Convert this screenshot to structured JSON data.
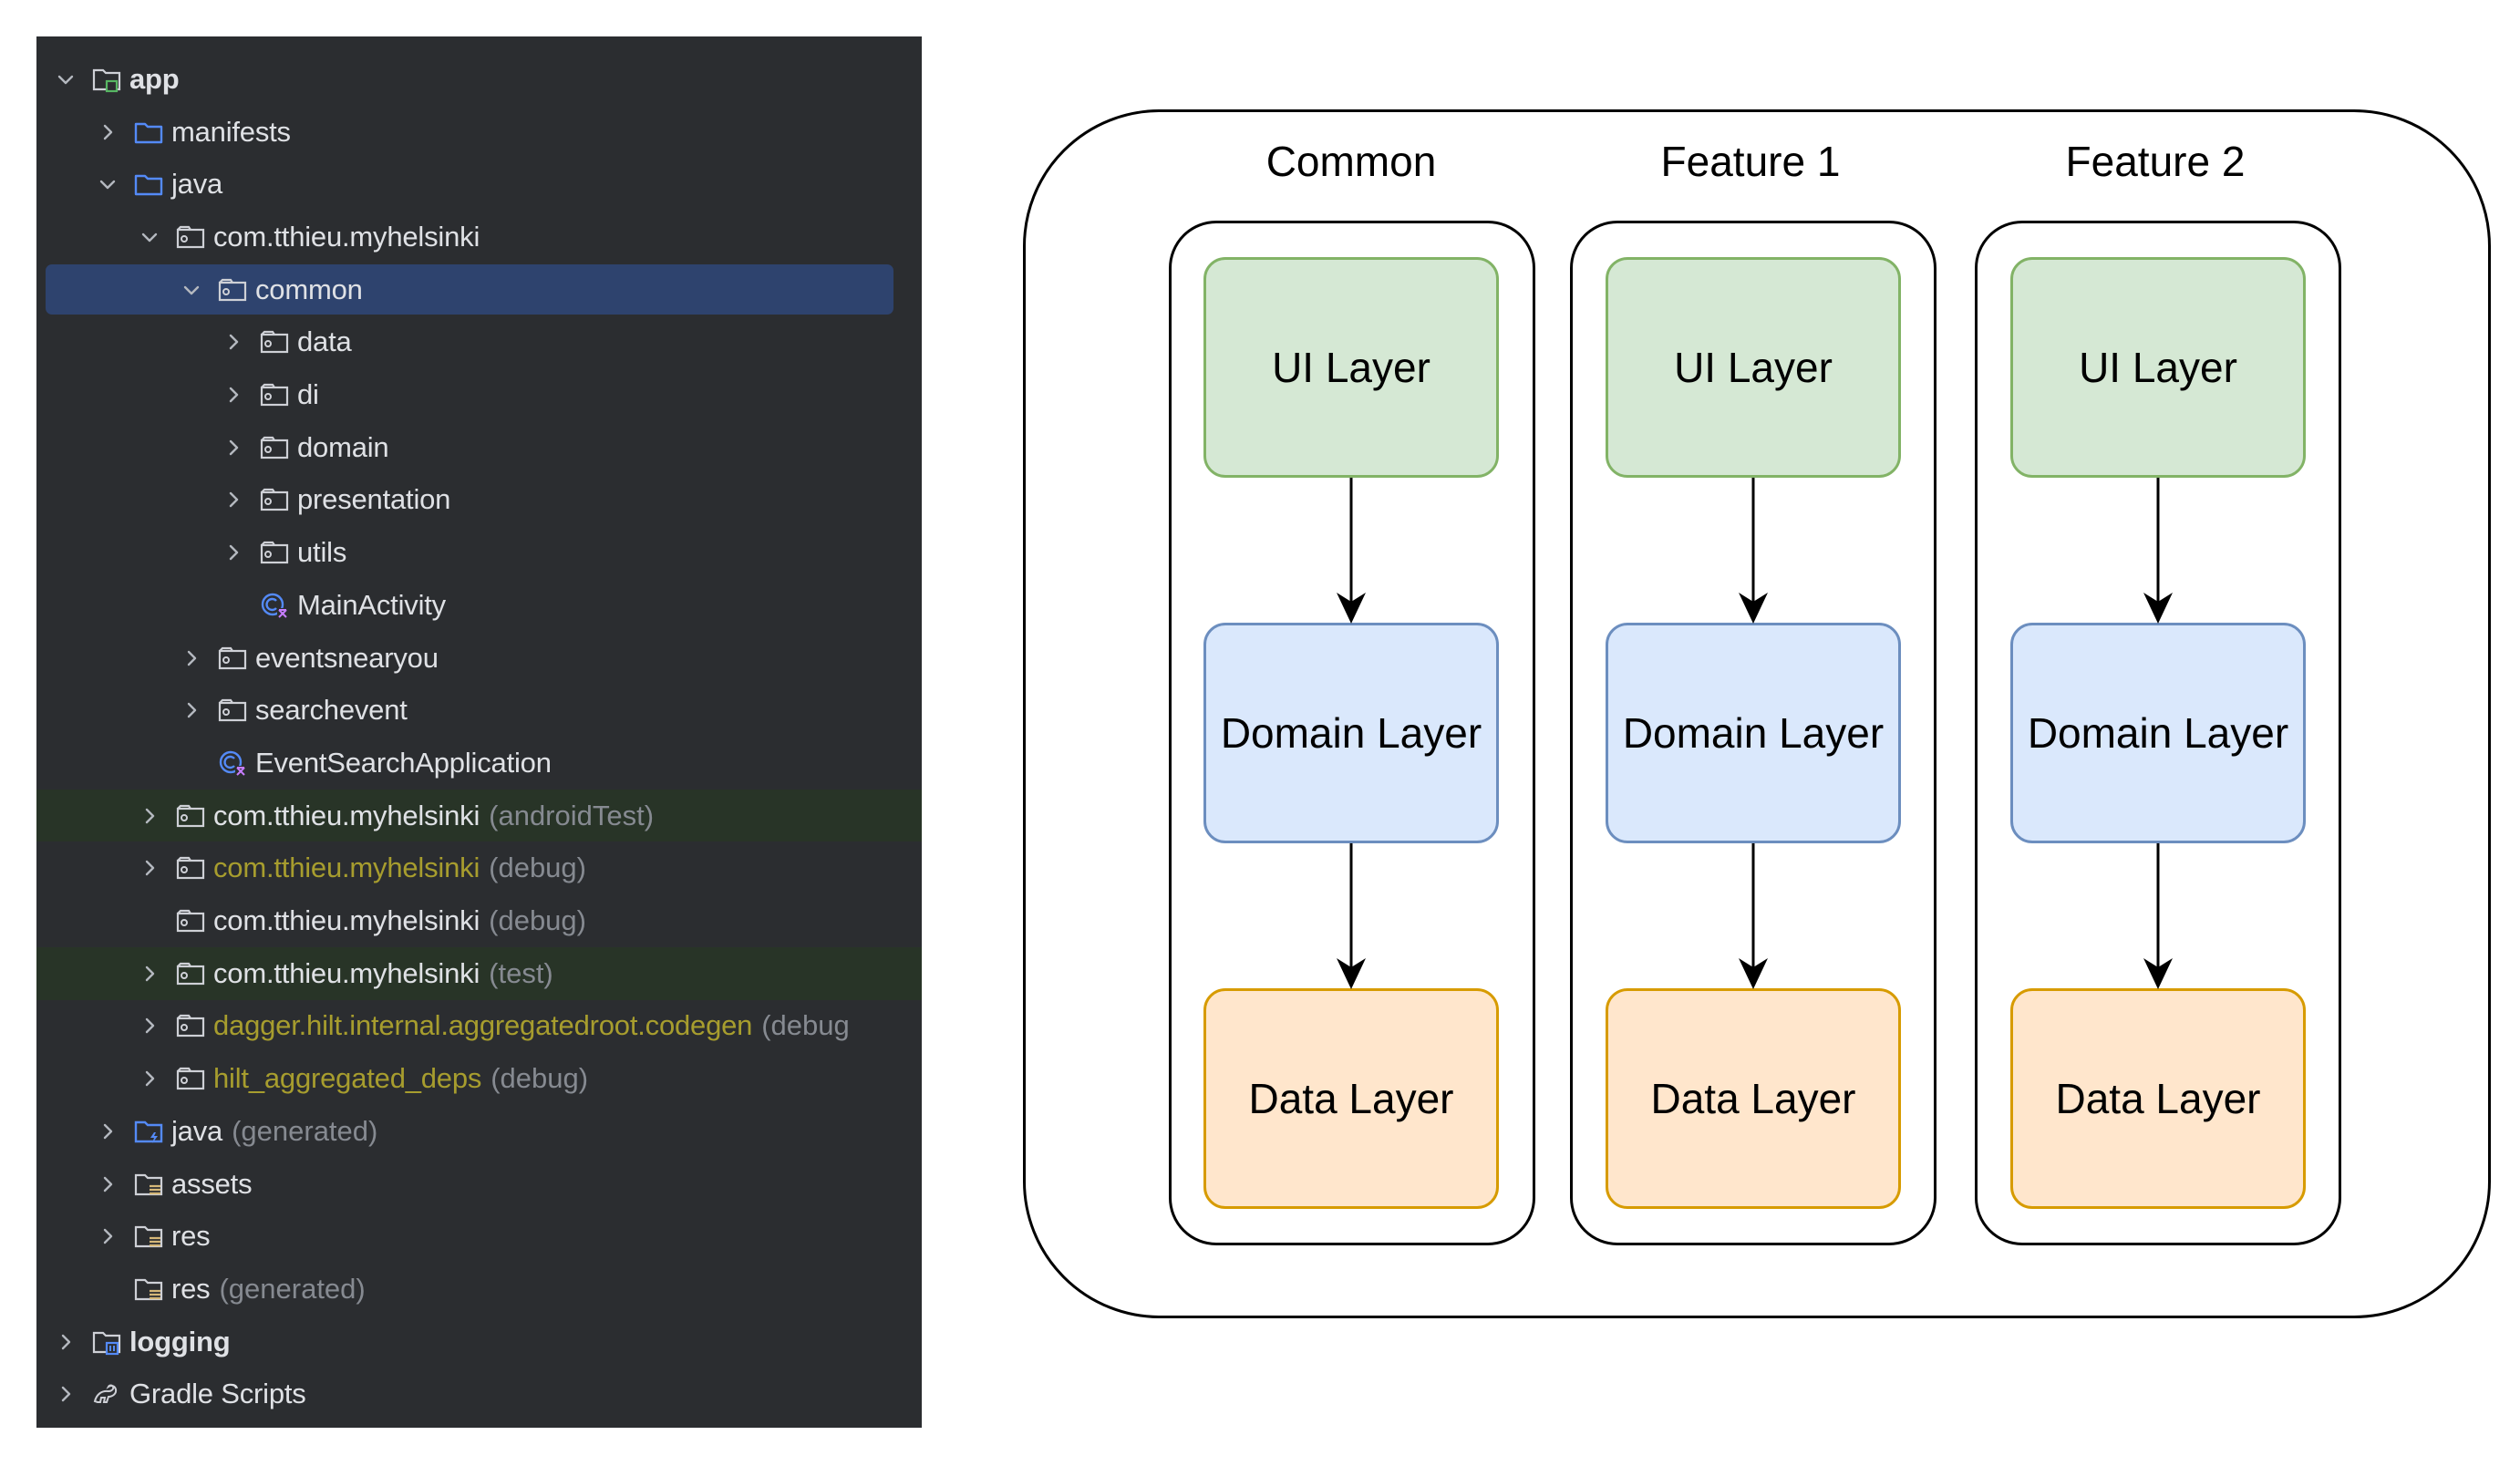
{
  "project_tree": {
    "rows": [
      {
        "label": "app",
        "suffix": "",
        "bold": true,
        "olive": false,
        "icon": "module-folder-icon",
        "chevron": "down",
        "depth": 0,
        "highlight": ""
      },
      {
        "label": "manifests",
        "suffix": "",
        "bold": false,
        "olive": false,
        "icon": "folder-icon",
        "chevron": "right",
        "depth": 1,
        "highlight": ""
      },
      {
        "label": "java",
        "suffix": "",
        "bold": false,
        "olive": false,
        "icon": "folder-icon",
        "chevron": "down",
        "depth": 1,
        "highlight": ""
      },
      {
        "label": "com.tthieu.myhelsinki",
        "suffix": "",
        "bold": false,
        "olive": false,
        "icon": "package-icon",
        "chevron": "down",
        "depth": 2,
        "highlight": ""
      },
      {
        "label": "common",
        "suffix": "",
        "bold": false,
        "olive": false,
        "icon": "package-icon",
        "chevron": "down",
        "depth": 3,
        "highlight": "selected"
      },
      {
        "label": "data",
        "suffix": "",
        "bold": false,
        "olive": false,
        "icon": "package-icon",
        "chevron": "right",
        "depth": 4,
        "highlight": ""
      },
      {
        "label": "di",
        "suffix": "",
        "bold": false,
        "olive": false,
        "icon": "package-icon",
        "chevron": "right",
        "depth": 4,
        "highlight": ""
      },
      {
        "label": "domain",
        "suffix": "",
        "bold": false,
        "olive": false,
        "icon": "package-icon",
        "chevron": "right",
        "depth": 4,
        "highlight": ""
      },
      {
        "label": "presentation",
        "suffix": "",
        "bold": false,
        "olive": false,
        "icon": "package-icon",
        "chevron": "right",
        "depth": 4,
        "highlight": ""
      },
      {
        "label": "utils",
        "suffix": "",
        "bold": false,
        "olive": false,
        "icon": "package-icon",
        "chevron": "right",
        "depth": 4,
        "highlight": ""
      },
      {
        "label": "MainActivity",
        "suffix": "",
        "bold": false,
        "olive": false,
        "icon": "kotlin-class-icon",
        "chevron": "none",
        "depth": 4,
        "highlight": ""
      },
      {
        "label": "eventsnearyou",
        "suffix": "",
        "bold": false,
        "olive": false,
        "icon": "package-icon",
        "chevron": "right",
        "depth": 3,
        "highlight": ""
      },
      {
        "label": "searchevent",
        "suffix": "",
        "bold": false,
        "olive": false,
        "icon": "package-icon",
        "chevron": "right",
        "depth": 3,
        "highlight": ""
      },
      {
        "label": "EventSearchApplication",
        "suffix": "",
        "bold": false,
        "olive": false,
        "icon": "kotlin-class-icon",
        "chevron": "none",
        "depth": 3,
        "highlight": ""
      },
      {
        "label": "com.tthieu.myhelsinki",
        "suffix": "(androidTest)",
        "bold": false,
        "olive": false,
        "icon": "package-icon",
        "chevron": "right",
        "depth": 2,
        "highlight": "green"
      },
      {
        "label": "com.tthieu.myhelsinki",
        "suffix": "(debug)",
        "bold": false,
        "olive": true,
        "icon": "package-icon",
        "chevron": "right",
        "depth": 2,
        "highlight": ""
      },
      {
        "label": "com.tthieu.myhelsinki",
        "suffix": "(debug)",
        "bold": false,
        "olive": false,
        "icon": "package-icon",
        "chevron": "none",
        "depth": 2,
        "highlight": ""
      },
      {
        "label": "com.tthieu.myhelsinki",
        "suffix": "(test)",
        "bold": false,
        "olive": false,
        "icon": "package-icon",
        "chevron": "right",
        "depth": 2,
        "highlight": "green"
      },
      {
        "label": "dagger.hilt.internal.aggregatedroot.codegen",
        "suffix": "(debug",
        "bold": false,
        "olive": true,
        "icon": "package-icon",
        "chevron": "right",
        "depth": 2,
        "highlight": ""
      },
      {
        "label": "hilt_aggregated_deps",
        "suffix": "(debug)",
        "bold": false,
        "olive": true,
        "icon": "package-icon",
        "chevron": "right",
        "depth": 2,
        "highlight": ""
      },
      {
        "label": "java",
        "suffix": "(generated)",
        "bold": false,
        "olive": false,
        "icon": "generated-source-folder-icon",
        "chevron": "right",
        "depth": 1,
        "highlight": ""
      },
      {
        "label": "assets",
        "suffix": "",
        "bold": false,
        "olive": false,
        "icon": "resource-folder-icon",
        "chevron": "right",
        "depth": 1,
        "highlight": ""
      },
      {
        "label": "res",
        "suffix": "",
        "bold": false,
        "olive": false,
        "icon": "resource-folder-icon",
        "chevron": "right",
        "depth": 1,
        "highlight": ""
      },
      {
        "label": "res",
        "suffix": "(generated)",
        "bold": false,
        "olive": false,
        "icon": "resource-folder-icon",
        "chevron": "none",
        "depth": 1,
        "highlight": ""
      },
      {
        "label": "logging",
        "suffix": "",
        "bold": true,
        "olive": false,
        "icon": "library-module-icon",
        "chevron": "right",
        "depth": 0,
        "highlight": ""
      },
      {
        "label": "Gradle Scripts",
        "suffix": "",
        "bold": false,
        "olive": false,
        "icon": "gradle-icon",
        "chevron": "right",
        "depth": 0,
        "highlight": ""
      }
    ]
  },
  "diagram": {
    "columns": [
      {
        "title": "Common",
        "layers": [
          "UI Layer",
          "Domain Layer",
          "Data Layer"
        ]
      },
      {
        "title": "Feature 1",
        "layers": [
          "UI Layer",
          "Domain Layer",
          "Data Layer"
        ]
      },
      {
        "title": "Feature 2",
        "layers": [
          "UI Layer",
          "Domain Layer",
          "Data Layer"
        ]
      }
    ],
    "colors": {
      "ui_fill": "#d5e8d4",
      "ui_stroke": "#82b366",
      "domain_fill": "#dae8fc",
      "domain_stroke": "#6c8ebf",
      "data_fill": "#ffe6cc",
      "data_stroke": "#d79b00"
    }
  },
  "theme": {
    "panel_bg": "#2b2d30",
    "selected_bg": "#2e436e",
    "test_bg": "#283427",
    "text": "#dfe1e5",
    "muted": "#868a91",
    "olive": "#a79d2e"
  }
}
